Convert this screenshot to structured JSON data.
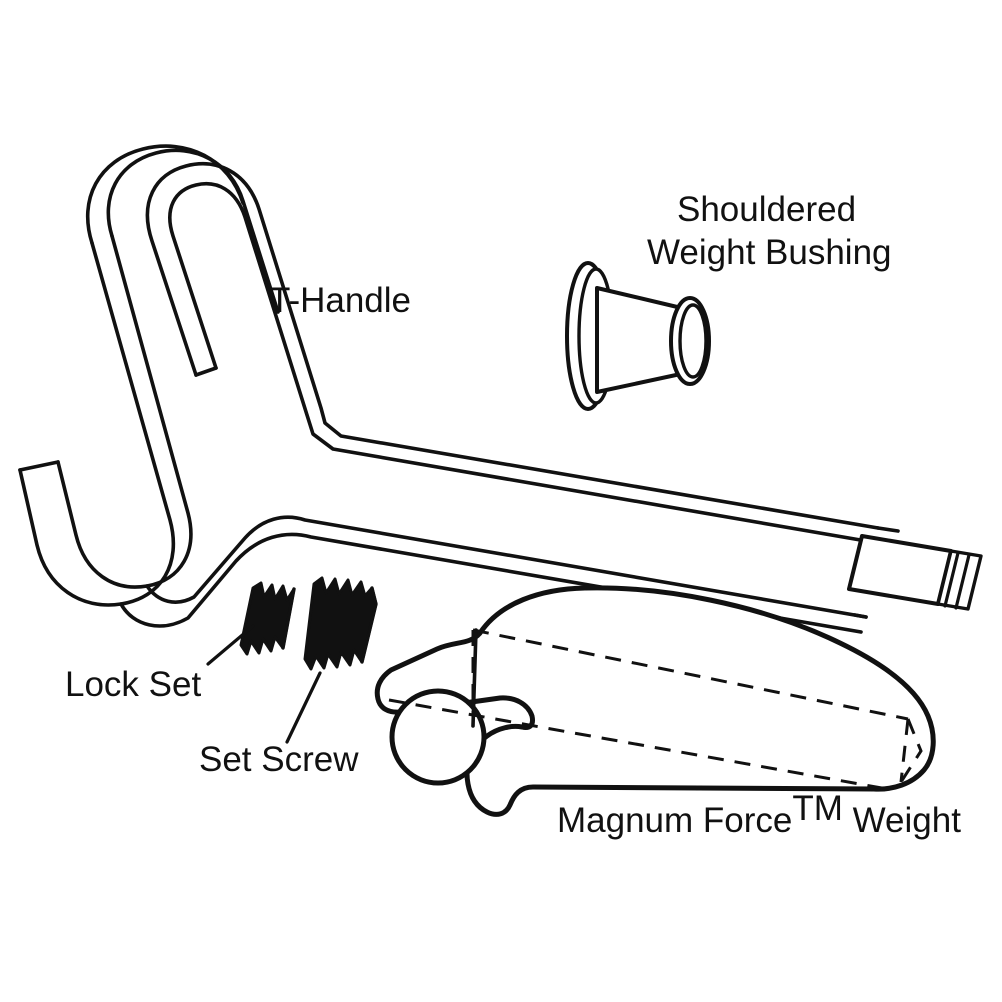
{
  "diagram": {
    "title": "Magnum Force Weight Kit Exploded Parts Diagram",
    "background_color": "#ffffff",
    "ink_color": "#111111",
    "style": "black-and-white line art / technical illustration"
  },
  "labels": {
    "t_handle": "T-Handle",
    "shouldered_bushing_line1": "Shouldered",
    "shouldered_bushing_line2": "Weight Bushing",
    "lock_set": "Lock Set",
    "set_screw": "Set Screw",
    "magnum_weight_part1": "Magnum Force",
    "magnum_weight_tm": "TM",
    "magnum_weight_part2": " Weight"
  },
  "parts": [
    {
      "id": "t-handle",
      "label": "T-Handle",
      "description": "Long L-shaped hex wrench with a closed loop wire T-handle and a hex tip"
    },
    {
      "id": "shouldered-weight-bushing",
      "label": "Shouldered Weight Bushing",
      "description": "Flanged cylindrical bushing shown in perspective"
    },
    {
      "id": "lock-set-screw",
      "label": "Lock Set",
      "description": "Small threaded set screw"
    },
    {
      "id": "set-screw",
      "label": "Set Screw",
      "description": "Larger threaded set screw with chamfered end"
    },
    {
      "id": "magnum-force-weight",
      "label": "Magnum Force™ Weight",
      "description": "Cast weight body with circular mounting bore and hidden internal bore shown dashed"
    }
  ]
}
